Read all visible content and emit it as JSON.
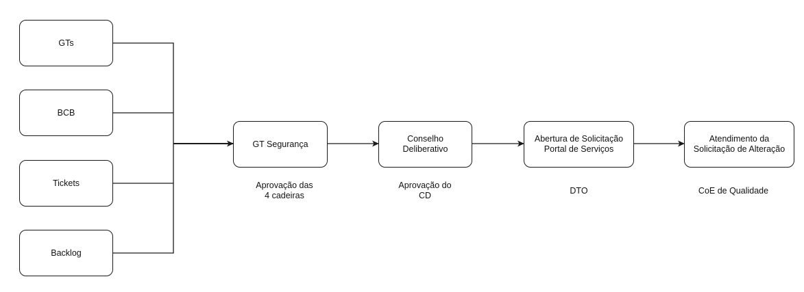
{
  "sources": [
    {
      "id": "gts",
      "label": "GTs"
    },
    {
      "id": "bcb",
      "label": "BCB"
    },
    {
      "id": "tickets",
      "label": "Tickets"
    },
    {
      "id": "backlog",
      "label": "Backlog"
    }
  ],
  "steps": [
    {
      "id": "gt-seguranca",
      "label": "GT Segurança",
      "caption": "Aprovação das\n4 cadeiras"
    },
    {
      "id": "conselho-deliberativo",
      "label": "Conselho\nDeliberativo",
      "caption": "Aprovação do\nCD"
    },
    {
      "id": "abertura-solicitacao",
      "label": "Abertura de Solicitação\nPortal de Serviços",
      "caption": "DTO"
    },
    {
      "id": "atendimento-solicitacao",
      "label": "Atendimento da\nSolicitação de Alteração",
      "caption": "CoE de Qualidade"
    }
  ],
  "colors": {
    "stroke": "#1a1a1a",
    "background": "#ffffff",
    "text": "#111111"
  }
}
